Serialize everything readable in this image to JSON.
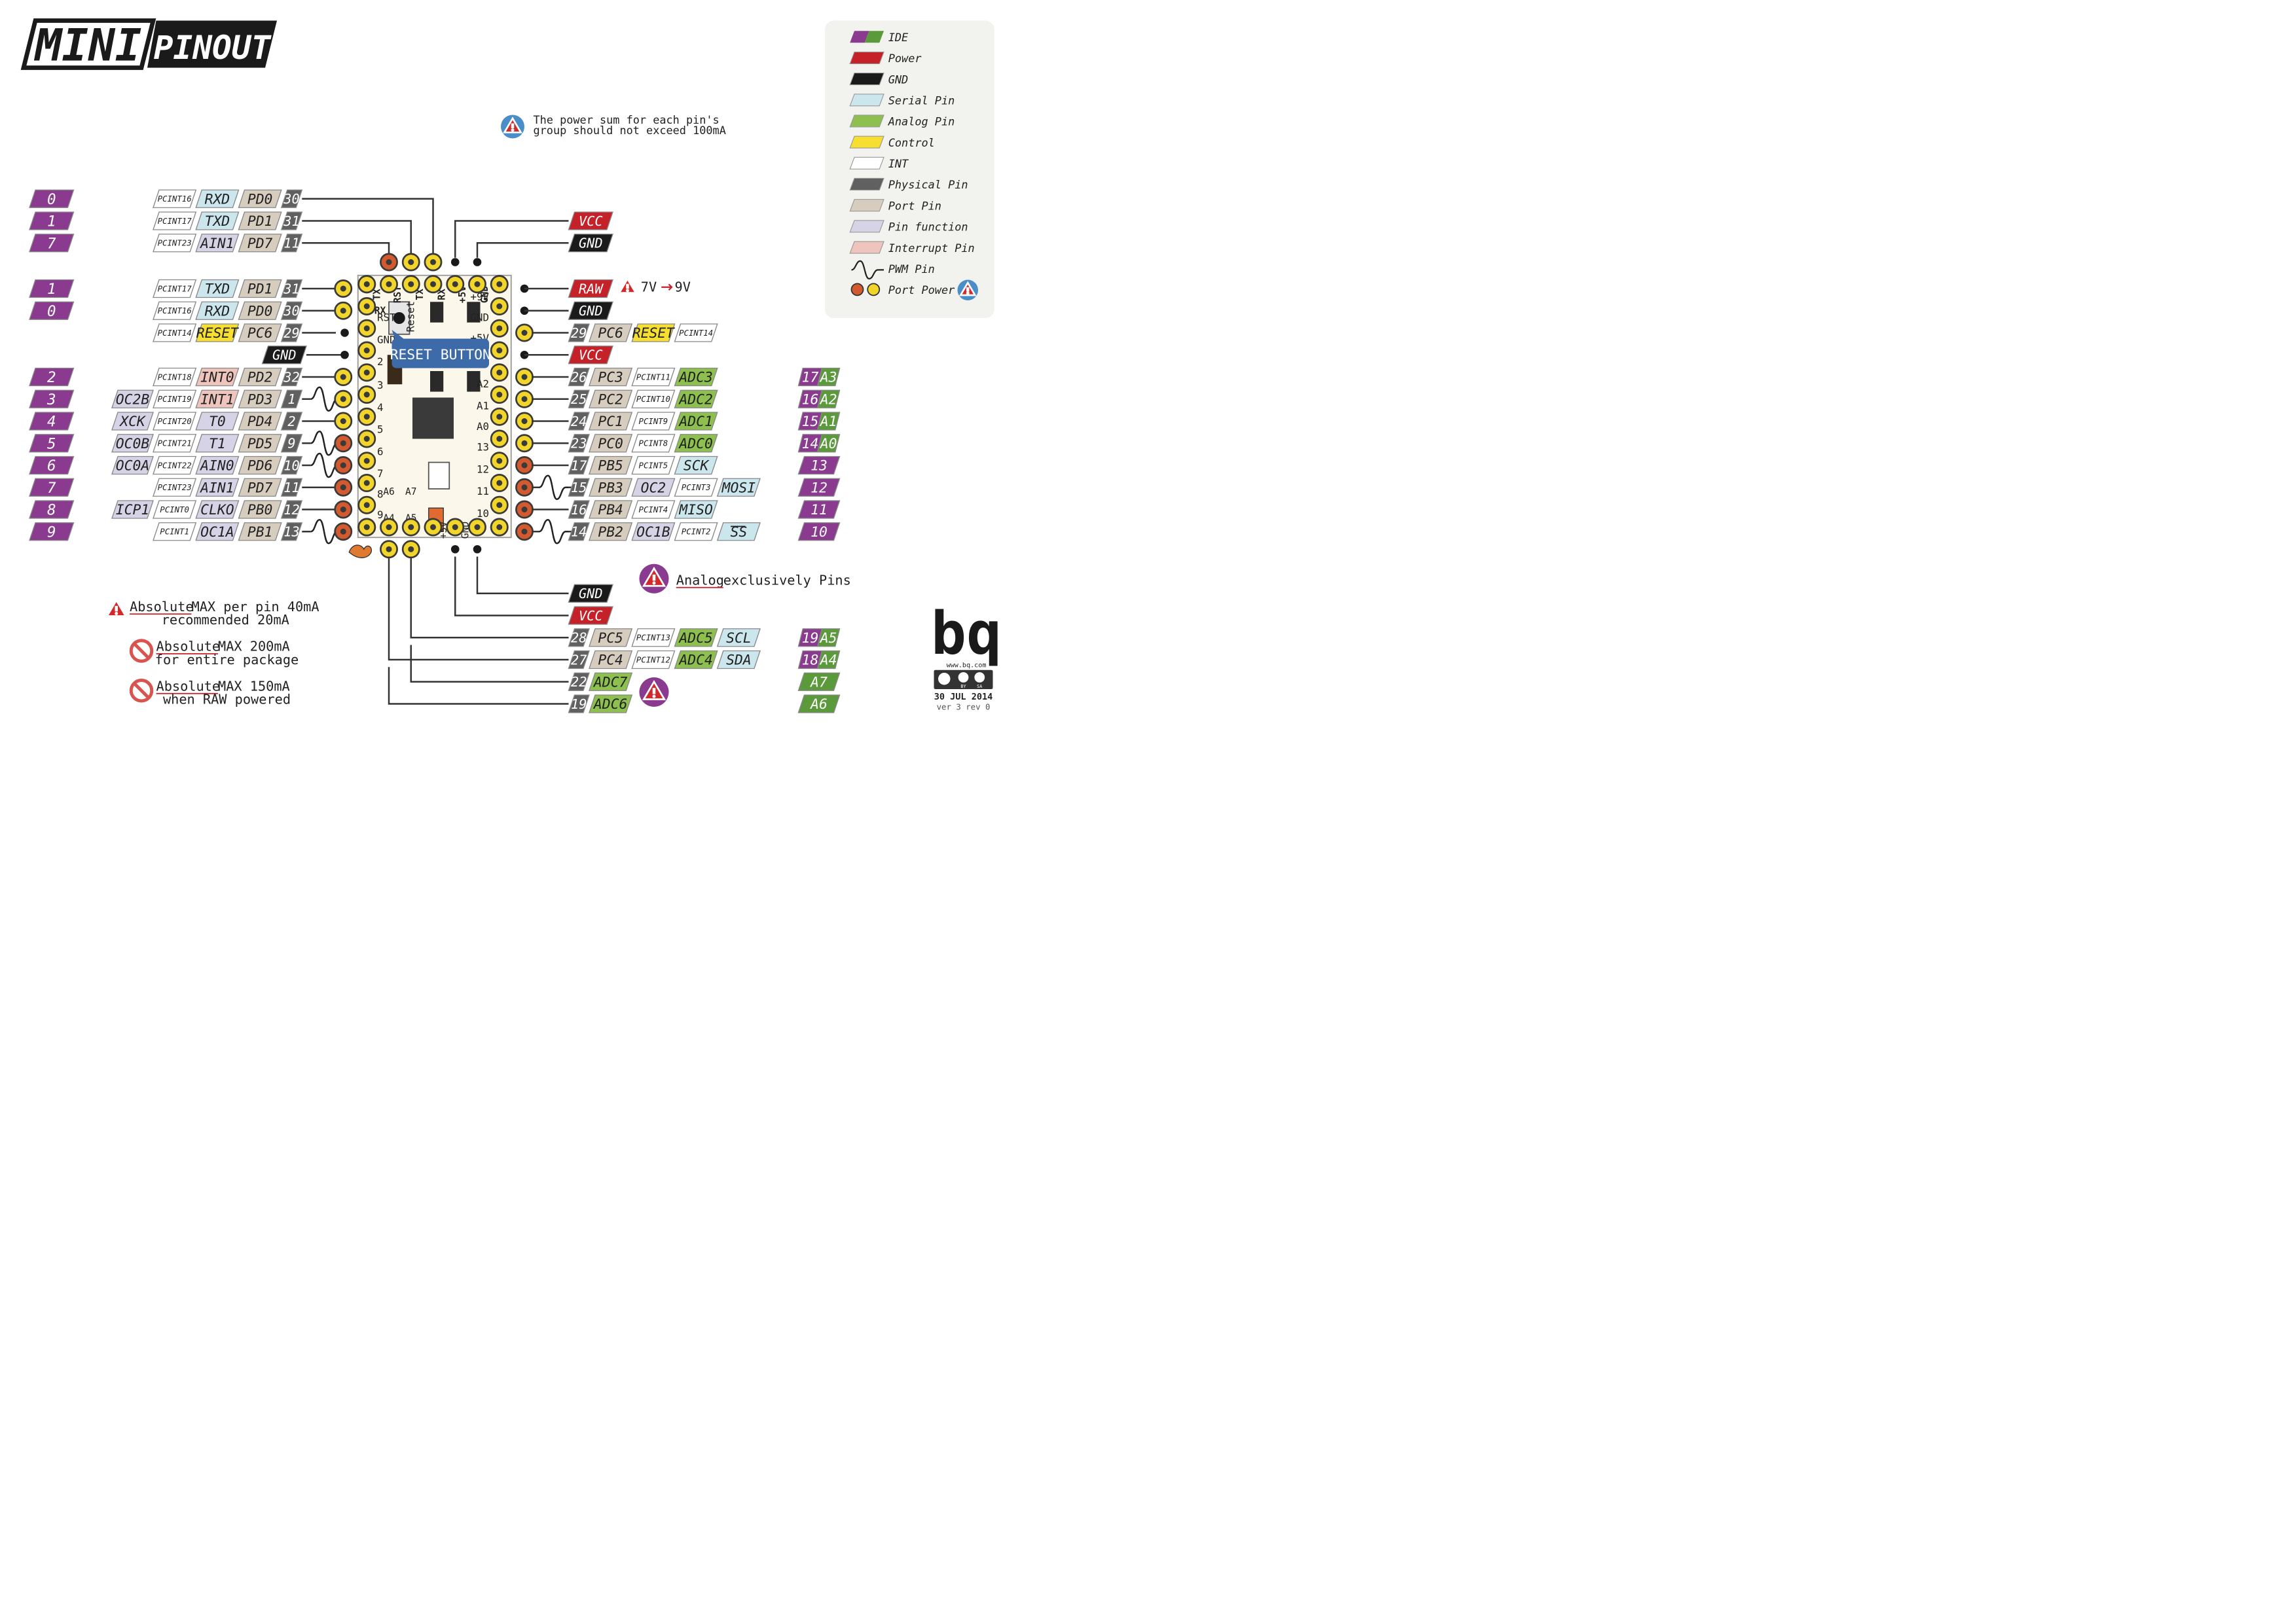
{
  "title": {
    "mini": "MINI",
    "pinout": "PINOUT"
  },
  "colors": {
    "ide": "#8a3a8f",
    "analog": "#5a9a3a",
    "power": "#c42129",
    "gnd": "#1a1a1a",
    "serial": "#cce6ee",
    "analog_pin": "#8dc04e",
    "control": "#f6df30",
    "int": "#ffffff",
    "physical": "#606060",
    "port": "#d6cdbf",
    "function": "#d7d3e6",
    "interrupt": "#efc4bd",
    "pad_gold": "#f2d52a",
    "pad_copper": "#d35a2e",
    "reset_bubble": "#3d6aa8",
    "legend_bg": "#f2f2ee",
    "warn_blue": "#4a8ec9",
    "warn_purple": "#8a3a8f",
    "forbidden": "#d9534f"
  },
  "legend": {
    "items": [
      {
        "label": "IDE",
        "swatch": "ide"
      },
      {
        "label": "Power",
        "swatch": "power"
      },
      {
        "label": "GND",
        "swatch": "gnd"
      },
      {
        "label": "Serial Pin",
        "swatch": "serial"
      },
      {
        "label": "Analog Pin",
        "swatch": "analog_pin"
      },
      {
        "label": "Control",
        "swatch": "control"
      },
      {
        "label": "INT",
        "swatch": "int"
      },
      {
        "label": "Physical Pin",
        "swatch": "physical"
      },
      {
        "label": "Port Pin",
        "swatch": "port"
      },
      {
        "label": "Pin function",
        "swatch": "function"
      },
      {
        "label": "Interrupt Pin",
        "swatch": "interrupt"
      },
      {
        "label": "PWM Pin",
        "swatch": "pwm"
      },
      {
        "label": "Port Power",
        "swatch": "portpower"
      }
    ]
  },
  "notes": {
    "power_sum": [
      "The power sum for each pin's",
      "group should not exceed 100mA"
    ],
    "raw_range": {
      "from": "7V",
      "to": "9V"
    },
    "reset_button": "RESET BUTTON",
    "analog_exclusive": {
      "underlined": "Analog",
      "rest": " exclusively Pins"
    },
    "max_pin": {
      "underlined": "Absolute",
      "rest": " MAX per pin 40mA",
      "line2": "recommended 20mA"
    },
    "max_package": {
      "underlined": "Absolute",
      "rest": " MAX 200mA",
      "line2": "for entire package"
    },
    "max_raw": {
      "underlined": "Absolute",
      "rest": " MAX 150mA",
      "line2": "when RAW powered"
    }
  },
  "logo": {
    "name": "bq",
    "url": "www.bq.com",
    "cc": [
      "BY",
      "SA"
    ],
    "date": "30 JUL 2014",
    "version": "ver 3 rev 0"
  },
  "left_rows": [
    {
      "ide": "0",
      "pcint": "PCINT16",
      "fn": "RXD",
      "fnType": "serial",
      "port": "PD0",
      "phys": "30"
    },
    {
      "ide": "1",
      "pcint": "PCINT17",
      "fn": "TXD",
      "fnType": "serial",
      "port": "PD1",
      "phys": "31"
    },
    {
      "ide": "7",
      "pcint": "PCINT23",
      "fn": "AIN1",
      "fnType": "function",
      "port": "PD7",
      "phys": "11"
    },
    {
      "ide": "1",
      "pcint": "PCINT17",
      "fn": "TXD",
      "fnType": "serial",
      "port": "PD1",
      "phys": "31"
    },
    {
      "ide": "0",
      "pcint": "PCINT16",
      "fn": "RXD",
      "fnType": "serial",
      "port": "PD0",
      "phys": "30"
    },
    {
      "ide": "",
      "pcint": "PCINT14",
      "fn": "RESET",
      "fnType": "control",
      "port": "PC6",
      "phys": "29"
    },
    {
      "gnd": "GND"
    },
    {
      "ide": "2",
      "pcint": "PCINT18",
      "fn": "INT0",
      "fnType": "interrupt",
      "port": "PD2",
      "phys": "32"
    },
    {
      "ide": "3",
      "extra": "OC2B",
      "pcint": "PCINT19",
      "fn": "INT1",
      "fnType": "interrupt",
      "port": "PD3",
      "phys": "1"
    },
    {
      "ide": "4",
      "extra": "XCK",
      "pcint": "PCINT20",
      "fn": "T0",
      "fnType": "function",
      "port": "PD4",
      "phys": "2"
    },
    {
      "ide": "5",
      "extra": "OC0B",
      "pcint": "PCINT21",
      "fn": "T1",
      "fnType": "function",
      "port": "PD5",
      "phys": "9"
    },
    {
      "ide": "6",
      "extra": "OC0A",
      "pcint": "PCINT22",
      "fn": "AIN0",
      "fnType": "function",
      "port": "PD6",
      "phys": "10"
    },
    {
      "ide": "7",
      "pcint": "PCINT23",
      "fn": "AIN1",
      "fnType": "function",
      "port": "PD7",
      "phys": "11"
    },
    {
      "ide": "8",
      "extra": "ICP1",
      "pcint": "PCINT0",
      "fn": "CLKO",
      "fnType": "function",
      "port": "PB0",
      "phys": "12"
    },
    {
      "ide": "9",
      "pcint": "PCINT1",
      "fn": "OC1A",
      "fnType": "function",
      "port": "PB1",
      "phys": "13"
    }
  ],
  "right_power_top": [
    "VCC",
    "GND"
  ],
  "right_rows": [
    {
      "power": "RAW",
      "ptype": "power"
    },
    {
      "power": "GND",
      "ptype": "gnd"
    },
    {
      "phys": "29",
      "port": "PC6",
      "fn": "RESET",
      "fnType": "control",
      "pcint": "PCINT14"
    },
    {
      "power": "VCC",
      "ptype": "power"
    },
    {
      "phys": "26",
      "port": "PC3",
      "pcint": "PCINT11",
      "fn": "ADC3",
      "fnType": "analog_pin",
      "idenum": "17",
      "idea": "A3"
    },
    {
      "phys": "25",
      "port": "PC2",
      "pcint": "PCINT10",
      "fn": "ADC2",
      "fnType": "analog_pin",
      "idenum": "16",
      "idea": "A2"
    },
    {
      "phys": "24",
      "port": "PC1",
      "pcint": "PCINT9",
      "fn": "ADC1",
      "fnType": "analog_pin",
      "idenum": "15",
      "idea": "A1"
    },
    {
      "phys": "23",
      "port": "PC0",
      "pcint": "PCINT8",
      "fn": "ADC0",
      "fnType": "analog_pin",
      "idenum": "14",
      "idea": "A0"
    },
    {
      "phys": "17",
      "port": "PB5",
      "pcint": "PCINT5",
      "fn": "SCK",
      "fnType": "serial",
      "ide": "13"
    },
    {
      "phys": "15",
      "port": "PB3",
      "fn": "OC2",
      "fnType": "function",
      "pcint": "PCINT3",
      "fn2": "MOSI",
      "ide": "12"
    },
    {
      "phys": "16",
      "port": "PB4",
      "pcint": "PCINT4",
      "fn": "MISO",
      "fnType": "serial",
      "ide": "11"
    },
    {
      "phys": "14",
      "port": "PB2",
      "fn": "OC1B",
      "fnType": "function",
      "pcint": "PCINT2",
      "fn2": "SS",
      "ide": "10"
    }
  ],
  "bottom_rows": [
    {
      "power": "GND",
      "ptype": "gnd"
    },
    {
      "power": "VCC",
      "ptype": "power"
    },
    {
      "phys": "28",
      "port": "PC5",
      "pcint": "PCINT13",
      "fn": "ADC5",
      "fn2": "SCL",
      "idenum": "19",
      "idea": "A5"
    },
    {
      "phys": "27",
      "port": "PC4",
      "pcint": "PCINT12",
      "fn": "ADC4",
      "fn2": "SDA",
      "idenum": "18",
      "idea": "A4"
    },
    {
      "phys": "22",
      "fn": "ADC7",
      "idea": "A7"
    },
    {
      "phys": "19",
      "fn": "ADC6",
      "idea": "A6"
    }
  ],
  "board": {
    "top_labels": [
      "TX",
      "RST",
      "TX",
      "RX",
      "+5V",
      "GND"
    ],
    "top_labels2": [
      "RX",
      "Reset"
    ],
    "right_labels": [
      "+9V",
      "GND",
      "+5V",
      "A3",
      "A2",
      "A1",
      "A0",
      "13",
      "12",
      "11",
      "10"
    ],
    "left_labels": [
      "RST",
      "GND",
      "2",
      "3",
      "4",
      "5",
      "6",
      "7",
      "8",
      "9"
    ],
    "bottom_labels": [
      "A6",
      "A7",
      "A4",
      "A5",
      "+5V",
      "GND"
    ]
  }
}
